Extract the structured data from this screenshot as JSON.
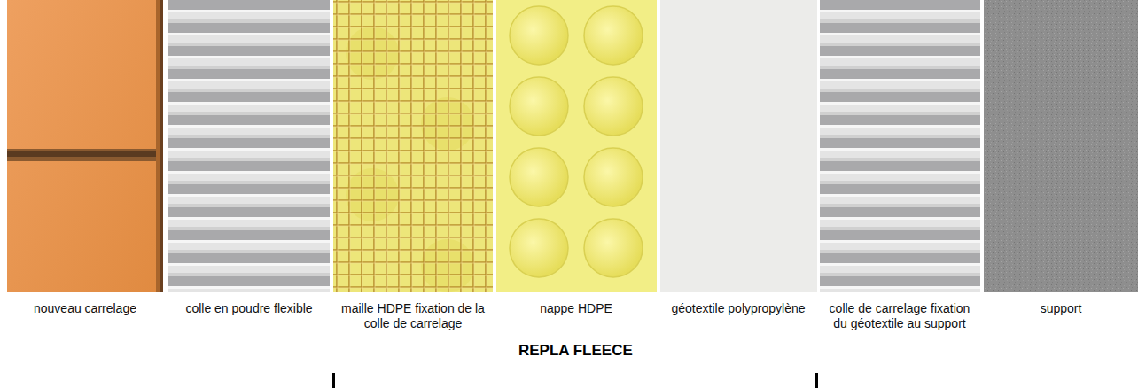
{
  "diagram": {
    "labels": [
      "nouveau carrelage",
      "colle en poudre flexible",
      "maille HDPE fixation de la colle de carrelage",
      "nappe HDPE",
      "géotextile polypropylène",
      "colle de carrelage fixation du géotextile au support",
      "support",
      "REPLA FLEECE"
    ]
  }
}
